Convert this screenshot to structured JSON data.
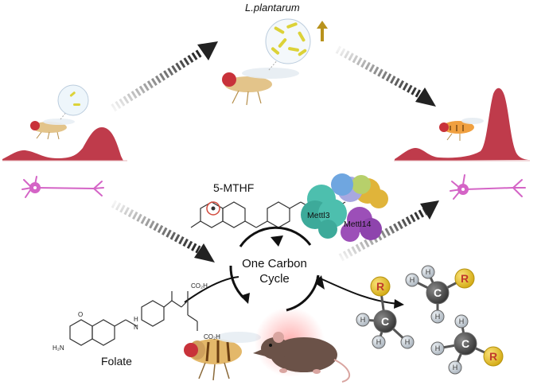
{
  "labels": {
    "bacterium": "L.plantarum",
    "methyl_folate": "5-MTHF",
    "folate": "Folate",
    "enzyme_a": "Mettl3",
    "enzyme_b": "Mettl14",
    "cycle": "One Carbon Cycle"
  },
  "methyl_group": {
    "substituent": "R",
    "carbon": "C",
    "hydrogen": "H"
  },
  "molecule_text": {
    "co2h_top": "CO₂H",
    "co2h_bottom": "CO₂H",
    "amine": "H₂N",
    "oxo": "O",
    "nh": "N",
    "n_h": "H"
  },
  "colors": {
    "peak": "#bf3b4b",
    "neuron": "#d464c6",
    "fly_body": "#e3c48a",
    "fly_highlight": "#f0a040",
    "bacteria": "#dcd238",
    "up_arrow": "#b8921c",
    "arrow": "#222222",
    "mouse": "#6b5248",
    "atom_r": "#e6c21d",
    "atom_c": "#555555",
    "atom_h": "#c8cfd6"
  }
}
